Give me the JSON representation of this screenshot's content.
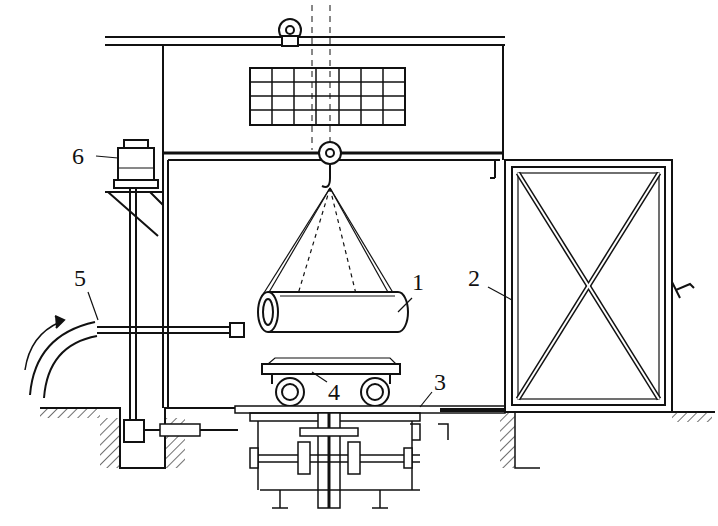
{
  "diagram": {
    "labels": [
      "6",
      "5",
      "1",
      "2",
      "4",
      "3"
    ]
  }
}
